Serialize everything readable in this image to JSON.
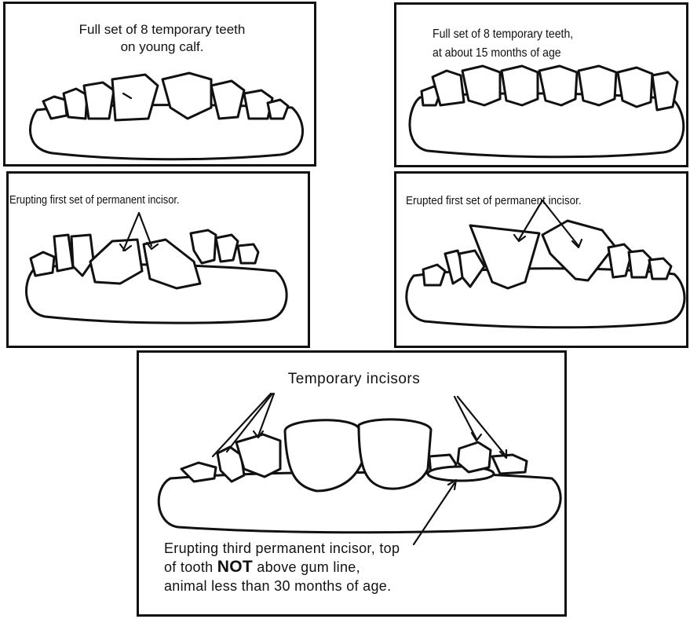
{
  "panels": {
    "p1": {
      "caption_line1": "Full set of 8 temporary teeth",
      "caption_line2": "on young calf."
    },
    "p2": {
      "caption_line1": "Full set of 8 temporary teeth,",
      "caption_line2": "at about 15 months of age"
    },
    "p3": {
      "caption": "Erupting first set of permanent incisor."
    },
    "p4": {
      "caption": "Erupted first set of permanent incisor."
    },
    "p5": {
      "label": "Temporary incisors",
      "caption_line1": "Erupting third permanent incisor, top",
      "caption_line2_pre": "of tooth ",
      "caption_line2_bold": "NOT",
      "caption_line2_post": " above gum line,",
      "caption_line3": "animal less than 30 months of age."
    }
  },
  "colors": {
    "ink": "#111111",
    "background": "#ffffff"
  }
}
